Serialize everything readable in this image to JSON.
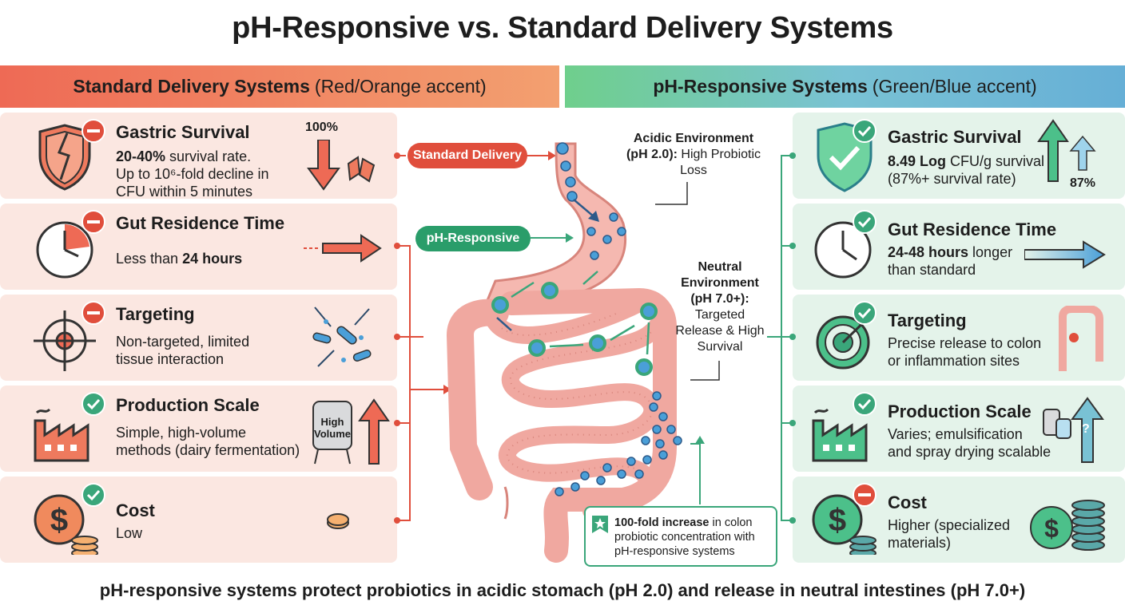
{
  "title": "pH-Responsive vs. Standard Delivery Systems",
  "left_banner": {
    "bold": "Standard Delivery Systems",
    "rest": "(Red/Orange accent)"
  },
  "right_banner": {
    "bold": "pH-Responsive Systems",
    "rest": "(Green/Blue accent)"
  },
  "standard": [
    {
      "title": "Gastric Survival",
      "desc_bold": "20-40%",
      "desc": " survival rate.",
      "desc2": "Up to 10⁶-fold decline in",
      "desc3": "CFU within 5 minutes",
      "badge": "minus",
      "icon": "broken-shield-icon",
      "deco_label": "100%"
    },
    {
      "title": "Gut Residence Time",
      "desc": "Less than ",
      "desc_bold": "24 hours",
      "badge": "minus",
      "icon": "clock-icon"
    },
    {
      "title": "Targeting",
      "desc": "Non-targeted, limited",
      "desc2": "tissue interaction",
      "badge": "minus",
      "icon": "target-icon"
    },
    {
      "title": "Production Scale",
      "desc": "Simple, high-volume",
      "desc2": "methods (dairy fermentation)",
      "badge": "check",
      "icon": "factory-icon",
      "deco_label1": "High",
      "deco_label2": "Volume"
    },
    {
      "title": "Cost",
      "desc": "Low",
      "badge": "check",
      "icon": "dollar-coins-icon"
    }
  ],
  "responsive": [
    {
      "title": "Gastric Survival",
      "desc_bold": "8.49 Log",
      "desc": " CFU/g survival",
      "desc2": "(87%+ survival rate)",
      "badge": "check",
      "icon": "shield-check-icon",
      "deco_label": "87%"
    },
    {
      "title": "Gut Residence Time",
      "desc_bold": "24-48 hours",
      "desc": " longer",
      "desc2": "than standard",
      "badge": "check",
      "icon": "clock-icon"
    },
    {
      "title": "Targeting",
      "desc": "Precise release to colon",
      "desc2": "or inflammation sites",
      "badge": "check",
      "icon": "bullseye-icon"
    },
    {
      "title": "Production Scale",
      "desc": "Varies; emulsification",
      "desc2": "and spray drying scalable",
      "badge": "check",
      "icon": "factory-icon",
      "deco_label": "?"
    },
    {
      "title": "Cost",
      "desc": "Higher (specialized",
      "desc2": "materials)",
      "badge": "minus",
      "icon": "dollar-coins-icon"
    }
  ],
  "center": {
    "pill_standard": "Standard Delivery",
    "pill_responsive": "pH-Responsive",
    "acidic_bold": "Acidic Environment",
    "acidic_bold2": "(pH 2.0):",
    "acidic_rest": " High Probiotic",
    "acidic_rest2": "Loss",
    "neutral_1": "Neutral",
    "neutral_2": "Environment",
    "neutral_3": "(pH 7.0+):",
    "neutral_4": "Targeted",
    "neutral_5": "Release & High",
    "neutral_6": "Survival",
    "callout_bold": "100-fold increase",
    "callout_rest": " in colon probiotic concentration with pH-responsive systems"
  },
  "footer": "pH-responsive systems protect probiotics in acidic stomach (pH 2.0) and release in neutral intestines (pH 7.0+)",
  "colors": {
    "red": "#e04e3c",
    "orange": "#f08a5d",
    "green": "#3aa67a",
    "teal": "#2a9d8f",
    "blue": "#4a9fd8"
  }
}
